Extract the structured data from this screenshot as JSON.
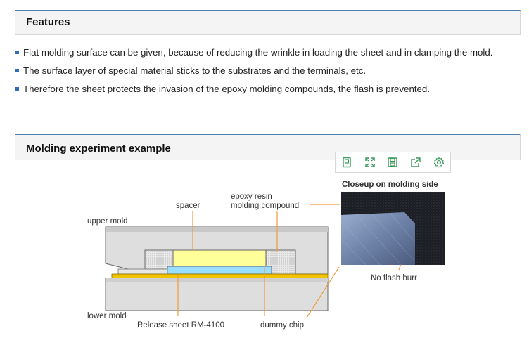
{
  "features": {
    "title": "Features",
    "items": [
      "Flat molding surface can be given, because of reducing the wrinkle in loading the sheet and in clamping the mold.",
      "The surface layer of special material sticks to the substrates and the terminals, etc.",
      "Therefore the sheet protects the invasion of the epoxy molding compounds, the flash is prevented."
    ]
  },
  "experiment": {
    "title": "Molding experiment example"
  },
  "toolbar": {
    "icons": [
      "page-icon",
      "fullscreen-icon",
      "save-icon",
      "share-icon",
      "gear-icon"
    ],
    "accent": "#3a9a5b"
  },
  "diagram": {
    "labels": {
      "spacer": "spacer",
      "epoxy_line1": "epoxy resin",
      "epoxy_line2": "molding compound",
      "upper_mold": "upper mold",
      "lower_mold": "lower mold",
      "release_sheet": "Release sheet RM-4100",
      "dummy_chip": "dummy chip",
      "closeup_title": "Closeup on molding side",
      "no_flash": "No flash burr"
    },
    "colors": {
      "mold": "#dcdcdc",
      "spacer": "#ffff99",
      "chip": "#99ddff",
      "sheet": "#f2c400",
      "leader": "#f29a3a"
    }
  }
}
